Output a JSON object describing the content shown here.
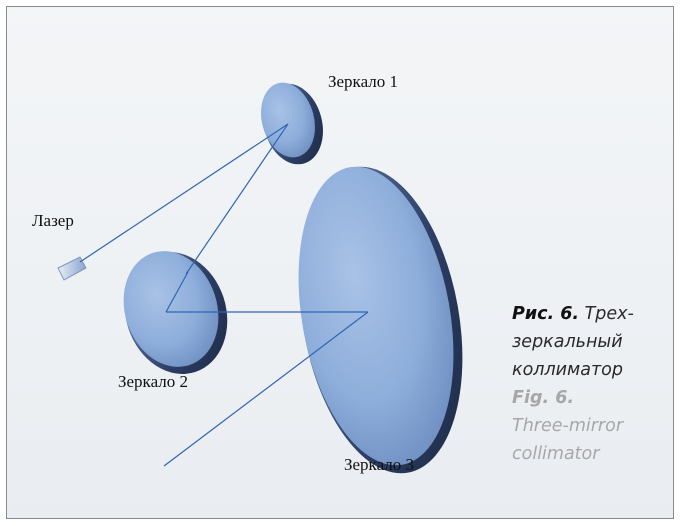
{
  "labels": {
    "laser": "Лазер",
    "mirror1": "Зеркало 1",
    "mirror2": "Зеркало 2",
    "mirror3": "Зеркало 3"
  },
  "caption": {
    "ru_title": "Рис. 6.",
    "ru_line1": " Трех-",
    "ru_line2": "зеркальный",
    "ru_line3": "коллиматор",
    "en_title": "Fig. 6.",
    "en_line1": "Three-mirror",
    "en_line2": "collimator"
  },
  "colors": {
    "mirror_face": "#8faed6",
    "mirror_rim": "#2c3f66",
    "beam": "#2f66b3"
  }
}
